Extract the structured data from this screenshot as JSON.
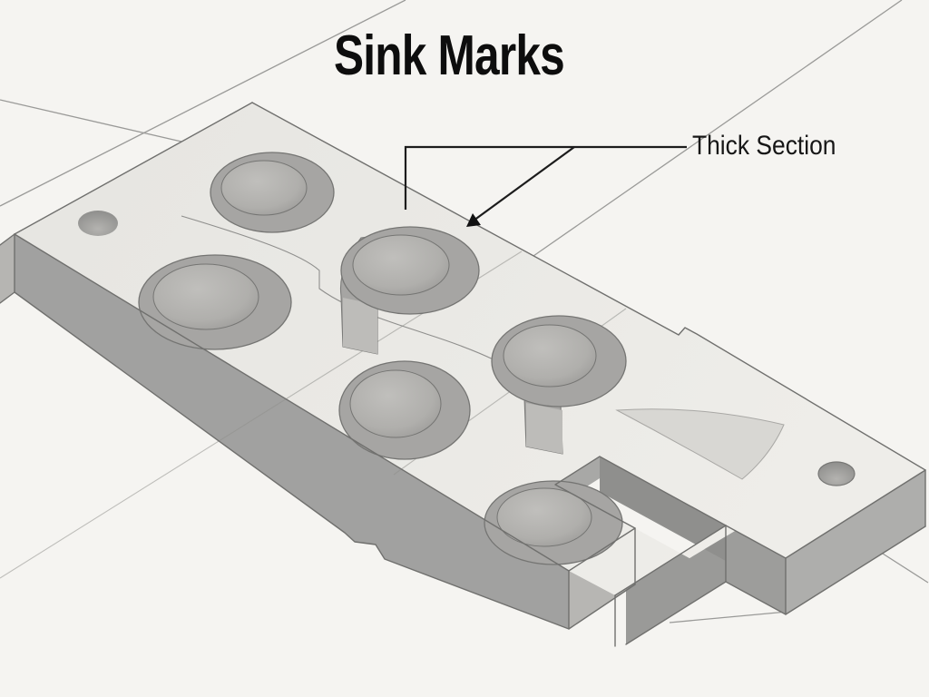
{
  "diagram": {
    "title": "Sink Marks",
    "annotation": {
      "label": "Thick Section"
    },
    "features": [
      "sink-mark-boss-top",
      "sink-mark-boss-left",
      "sink-mark-boss-center-thick",
      "sink-mark-boss-right-thick",
      "sink-mark-boss-bottom-left",
      "sink-mark-boss-bottom-right",
      "mounting-hole-left",
      "mounting-hole-right",
      "u-slot",
      "gusset-shade",
      "leader-line",
      "arrowhead"
    ],
    "colors": {
      "background": "#f5f4f1",
      "part_top_face": "#e9e8e4",
      "part_side_face": "#a1a1a1",
      "sink_mark": "#a6a6a6",
      "outline": "#707070",
      "text": "#0d0d0d"
    }
  }
}
